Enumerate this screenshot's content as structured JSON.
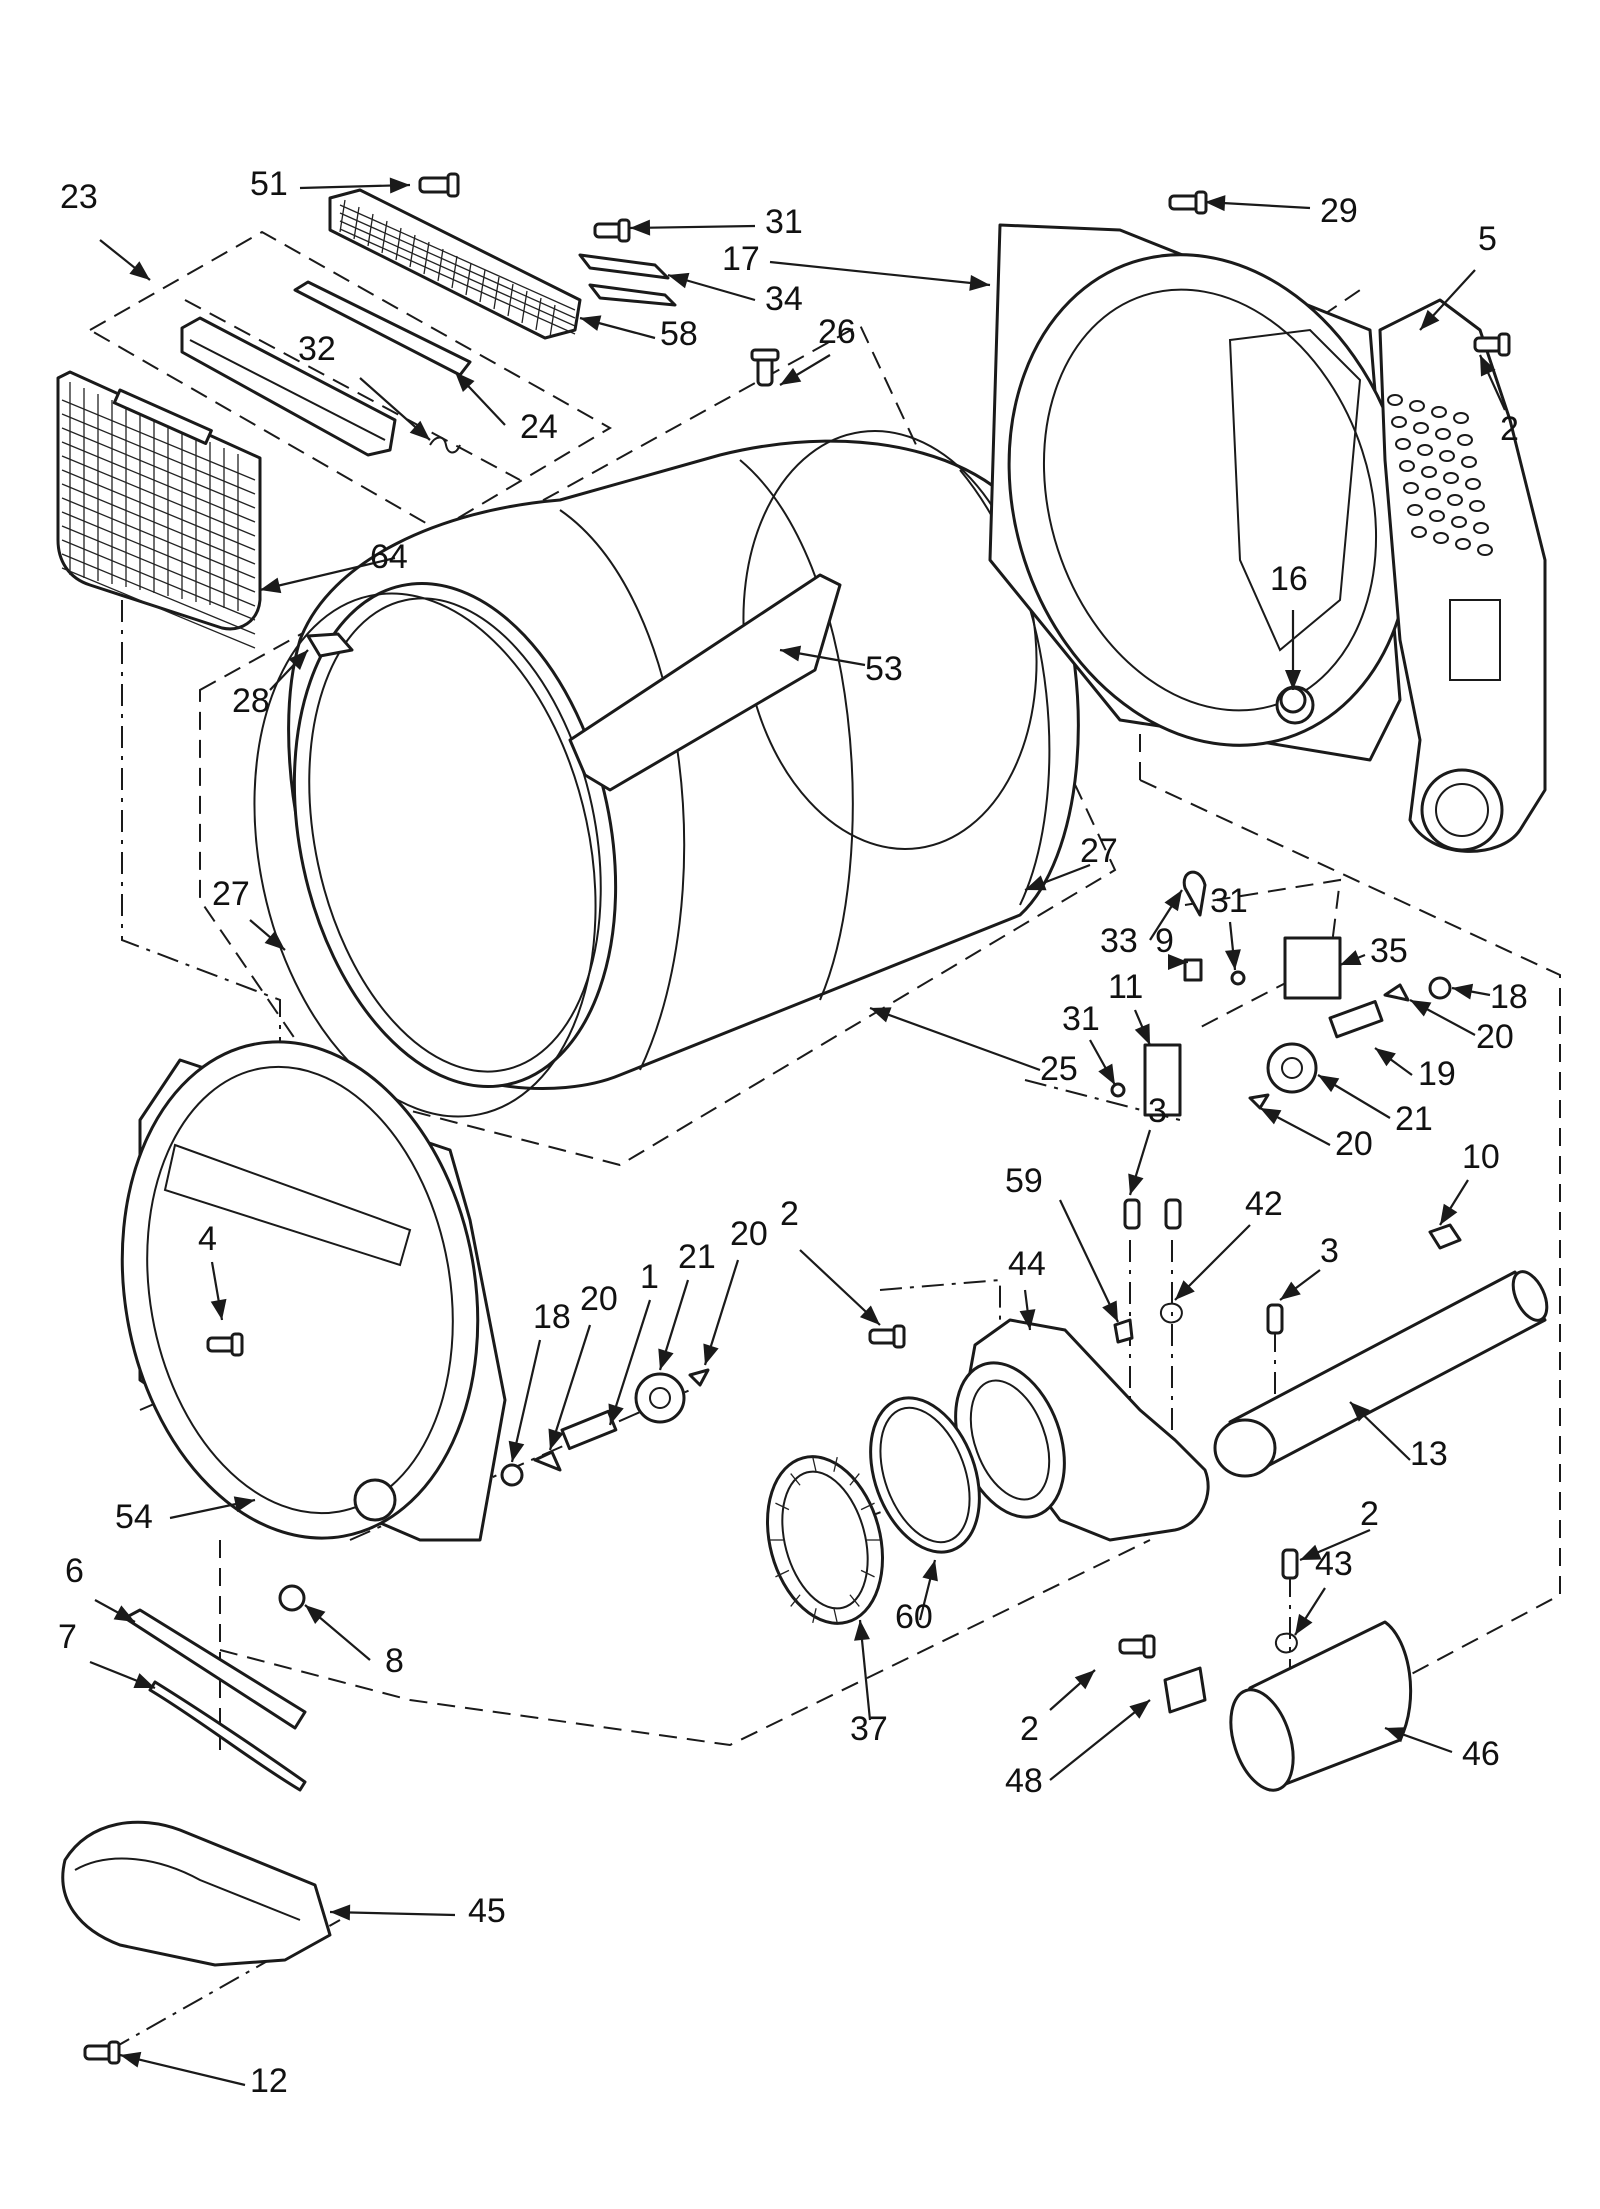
{
  "callouts": [
    {
      "label": "23"
    },
    {
      "label": "51"
    },
    {
      "label": "31"
    },
    {
      "label": "29"
    },
    {
      "label": "17"
    },
    {
      "label": "5"
    },
    {
      "label": "34"
    },
    {
      "label": "58"
    },
    {
      "label": "32"
    },
    {
      "label": "26"
    },
    {
      "label": "2"
    },
    {
      "label": "24"
    },
    {
      "label": "64"
    },
    {
      "label": "16"
    },
    {
      "label": "53"
    },
    {
      "label": "28"
    },
    {
      "label": "27"
    },
    {
      "label": "27"
    },
    {
      "label": "31"
    },
    {
      "label": "33"
    },
    {
      "label": "9"
    },
    {
      "label": "35"
    },
    {
      "label": "11"
    },
    {
      "label": "18"
    },
    {
      "label": "31"
    },
    {
      "label": "20"
    },
    {
      "label": "25"
    },
    {
      "label": "19"
    },
    {
      "label": "21"
    },
    {
      "label": "20"
    },
    {
      "label": "3"
    },
    {
      "label": "10"
    },
    {
      "label": "59"
    },
    {
      "label": "42"
    },
    {
      "label": "4"
    },
    {
      "label": "2"
    },
    {
      "label": "21"
    },
    {
      "label": "20"
    },
    {
      "label": "44"
    },
    {
      "label": "3"
    },
    {
      "label": "18"
    },
    {
      "label": "20"
    },
    {
      "label": "1"
    },
    {
      "label": "13"
    },
    {
      "label": "54"
    },
    {
      "label": "2"
    },
    {
      "label": "6"
    },
    {
      "label": "43"
    },
    {
      "label": "60"
    },
    {
      "label": "7"
    },
    {
      "label": "8"
    },
    {
      "label": "37"
    },
    {
      "label": "2"
    },
    {
      "label": "46"
    },
    {
      "label": "48"
    },
    {
      "label": "45"
    },
    {
      "label": "12"
    }
  ]
}
